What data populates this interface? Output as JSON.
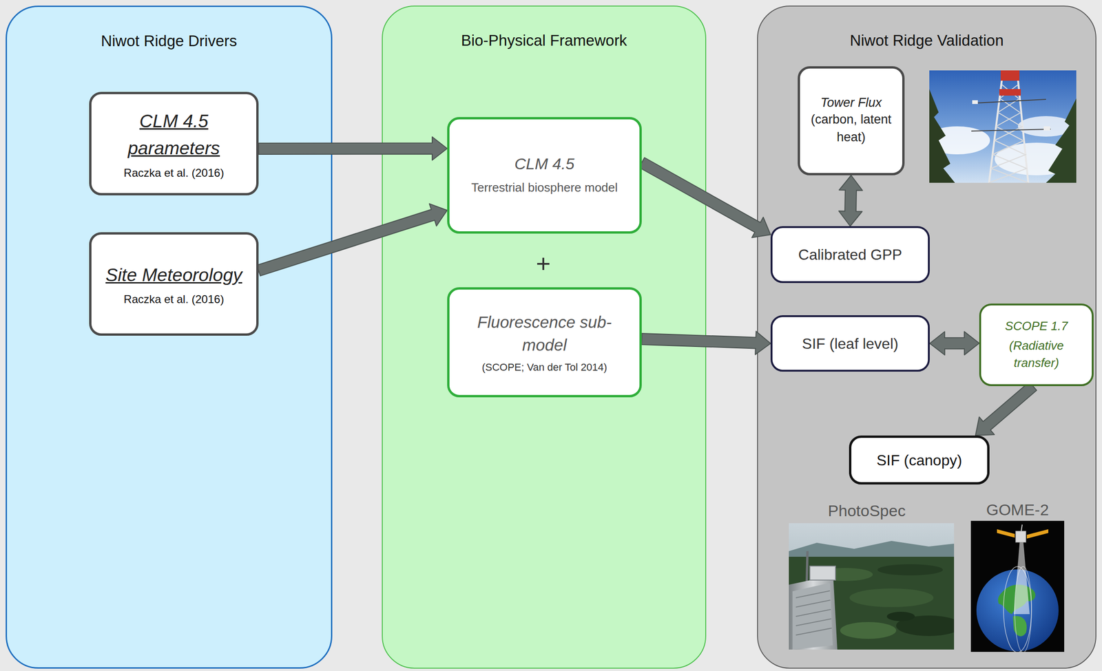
{
  "diagram": {
    "nodes": [
      {
        "text": [
          "Niwot Ridge Drivers"
        ]
      },
      {
        "text": [
          "CLM 4.5 parameters",
          "Raczka et al. (2016)"
        ],
        "in": 0
      },
      {
        "text": [
          "Site Meteorology",
          "Raczka et al. (2016)"
        ],
        "in": 0
      },
      {
        "text": [
          "Bio-Physical Framework"
        ]
      },
      {
        "text": [
          "CLM 4.5",
          "Terrestrial biosphere model"
        ],
        "in": 3
      },
      {
        "text": [
          "Fluorescence sub-model",
          "(SCOPE; Van der Tol 2014)"
        ],
        "in": 3
      },
      {
        "text": [
          "Niwot Ridge Validation"
        ]
      },
      {
        "text": [
          "Tower Flux",
          "(carbon, latent heat)"
        ],
        "in": 6
      },
      {
        "text": [
          "Calibrated GPP"
        ],
        "in": 6
      },
      {
        "text": [
          "SIF (leaf level)"
        ],
        "in": 6
      },
      {
        "text": [
          "SCOPE 1.7",
          "(Radiative transfer)"
        ],
        "in": 6
      },
      {
        "text": [
          "SIF (canopy)"
        ],
        "in": 6
      }
    ],
    "edges": [
      {
        "from": 1,
        "to": 4,
        "arrow": "to"
      },
      {
        "from": 2,
        "to": 4,
        "arrow": "to"
      },
      {
        "from": 4,
        "to": 8,
        "arrow": "to"
      },
      {
        "from": 7,
        "to": 8,
        "arrow": "both"
      },
      {
        "from": 5,
        "to": 9,
        "arrow": "to"
      },
      {
        "from": 9,
        "to": 10,
        "arrow": "both"
      },
      {
        "from": 10,
        "to": 11,
        "arrow": "to"
      }
    ],
    "labels": [
      "+",
      "PhotoSpec",
      "GOME-2"
    ]
  }
}
